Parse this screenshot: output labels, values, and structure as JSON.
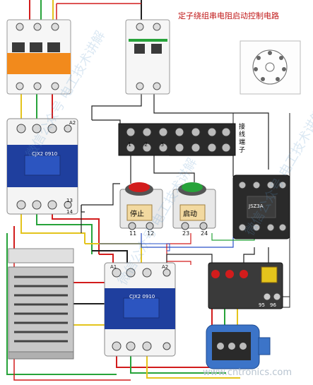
{
  "diagram": {
    "title": "定子绕组串电阻启动控制电路",
    "terminal_block_numbers": [
      "1",
      "2",
      "3"
    ],
    "button_labels": {
      "stop": "停止",
      "start": "启动"
    },
    "button_terminals": [
      "11",
      "12",
      "23",
      "24"
    ],
    "km1_label": "CJX2 0910",
    "km2_label": "CJX2 0910",
    "km_top_terminals": [
      "A1",
      "A2"
    ],
    "km_aux_terminals": [
      "13",
      "14"
    ],
    "time_relay_label": "JSZ3A",
    "thermal_relay_terminals": [
      "95",
      "96"
    ],
    "side_labels": {
      "terminal_block": "接线端子"
    },
    "watermark": "微信公众号 电工技术讲解",
    "footer": "www.cntronics.com"
  },
  "colors": {
    "red_wire": "#d21c1c",
    "green_wire": "#27a33a",
    "yellow_wire": "#e4c41c",
    "black_wire": "#202020",
    "blue_wire": "#2a50c8",
    "contactor_blue": "#1f3f9e",
    "breaker_orange": "#f28a1c"
  }
}
